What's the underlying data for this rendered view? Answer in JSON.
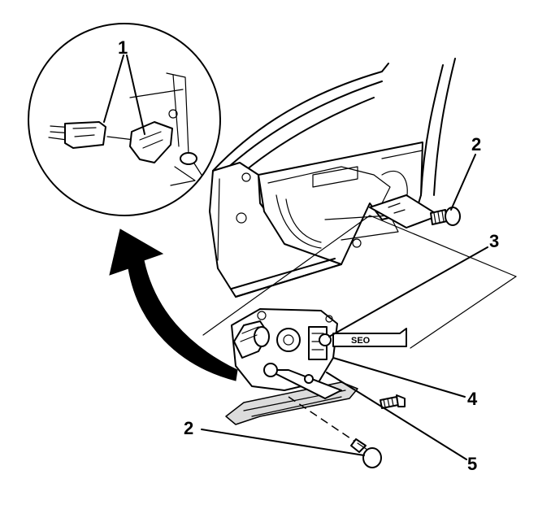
{
  "callouts": {
    "c1": "1",
    "c2_top": "2",
    "c3": "3",
    "c4": "4",
    "c5": "5",
    "c2_bottom": "2"
  },
  "regulator": {
    "tag_label": "SEO"
  },
  "colors": {
    "ink": "#000000",
    "paper": "#ffffff",
    "shade": "#dcdcdc"
  }
}
